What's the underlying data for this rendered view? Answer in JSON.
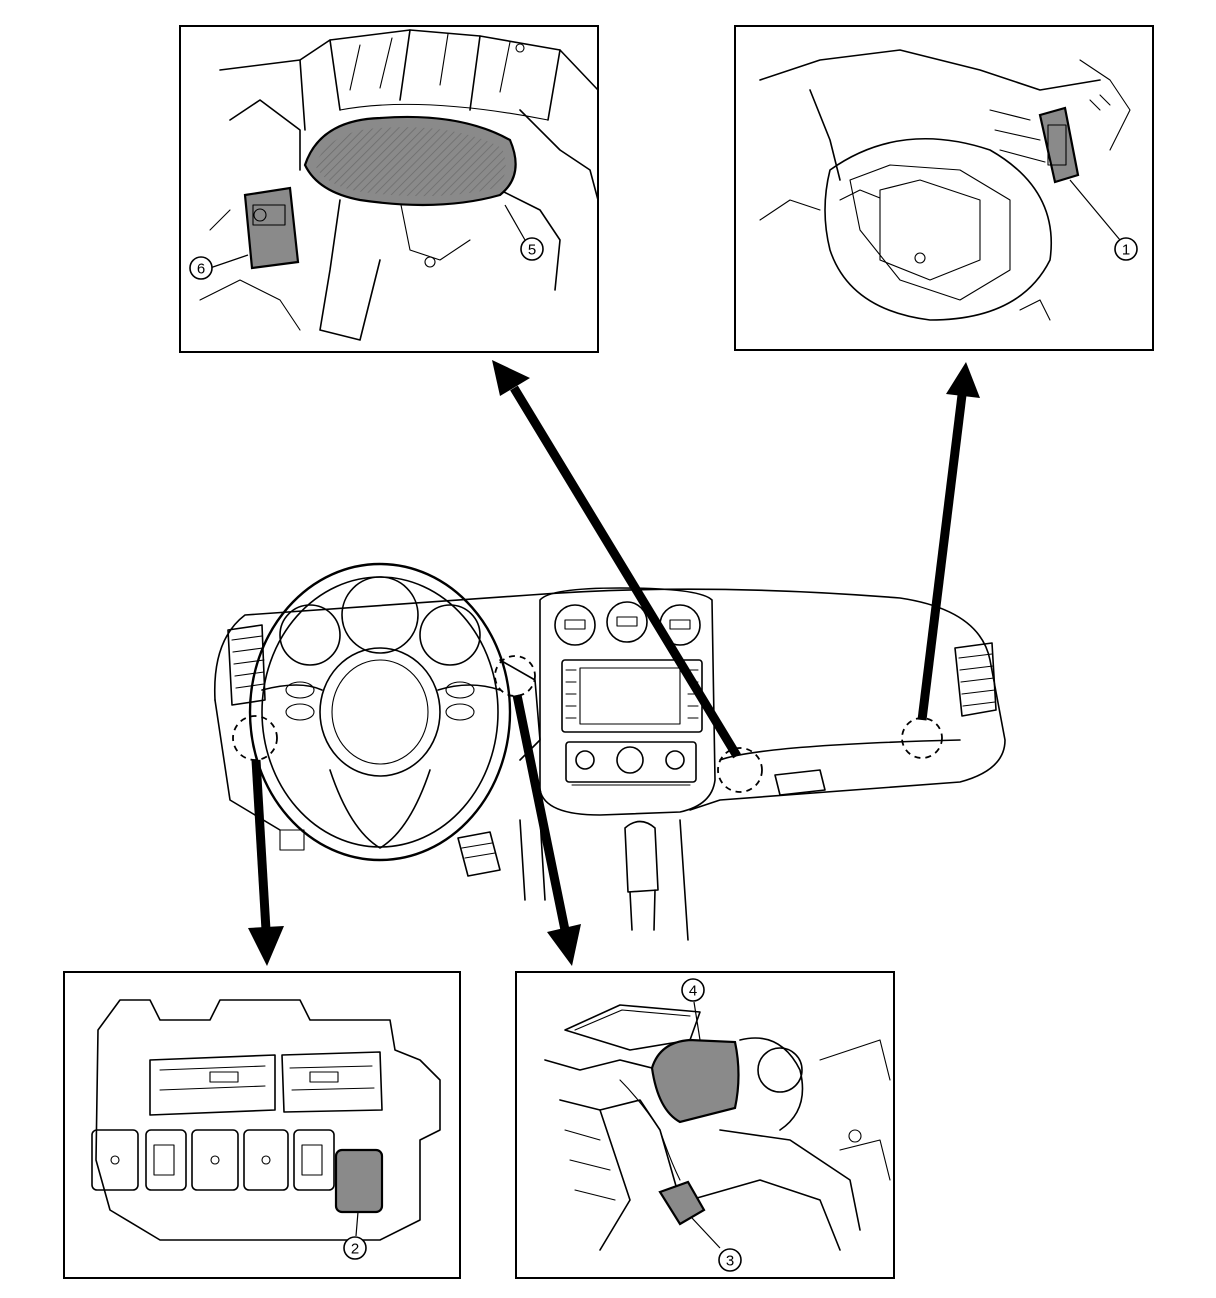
{
  "callouts": [
    {
      "id": "1",
      "label": "1"
    },
    {
      "id": "2",
      "label": "2"
    },
    {
      "id": "3",
      "label": "3"
    },
    {
      "id": "4",
      "label": "4"
    },
    {
      "id": "5",
      "label": "5"
    },
    {
      "id": "6",
      "label": "6"
    }
  ],
  "colors": {
    "line": "#000000",
    "component_fill": "#8a8a8a",
    "background": "#ffffff"
  }
}
